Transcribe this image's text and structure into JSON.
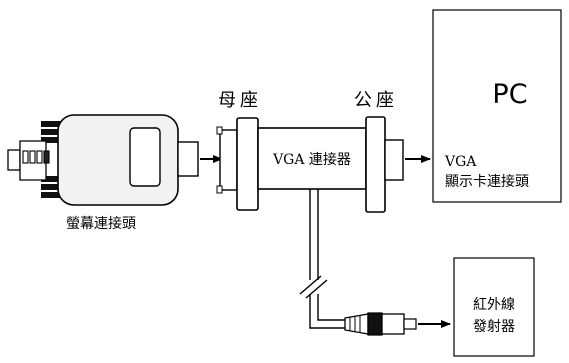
{
  "labels": {
    "pc": "PC",
    "female": "母座",
    "male": "公座",
    "adapter": "VGA 連接器",
    "monitor_connector": "螢幕連接頭",
    "display_card_line1": "VGA",
    "display_card_line2": "顯示卡連接頭",
    "ir_line1": "紅外線",
    "ir_line2": "發射器"
  },
  "icons": {
    "monitor_plug": "vga-monitor-plug-icon",
    "female_socket": "vga-female-socket-icon",
    "male_socket": "vga-male-socket-icon",
    "ir_plug": "ir-plug-icon",
    "cable_break": "cable-break-icon"
  },
  "colors": {
    "line": "#000000",
    "background": "#ffffff",
    "plug_body": "#f2f2f2",
    "dark": "#111111"
  }
}
